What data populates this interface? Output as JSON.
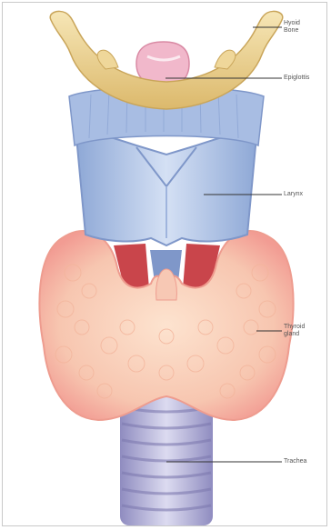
{
  "labels": {
    "hyoid_bone": "Hyoid\nBone",
    "epiglottis": "Epiglottis",
    "larynx": "Larynx",
    "thyroid_gland": "Thyroid\ngland",
    "trachea": "Trachea"
  },
  "colors": {
    "hyoid": "#efd79a",
    "epiglottis": "#f1b8cb",
    "larynx": "#b4c6e6",
    "thyroid": "#f7c8b4",
    "trachea": "#b4b1d6",
    "muscle": "#c9454b",
    "leader_line": "#333333"
  }
}
